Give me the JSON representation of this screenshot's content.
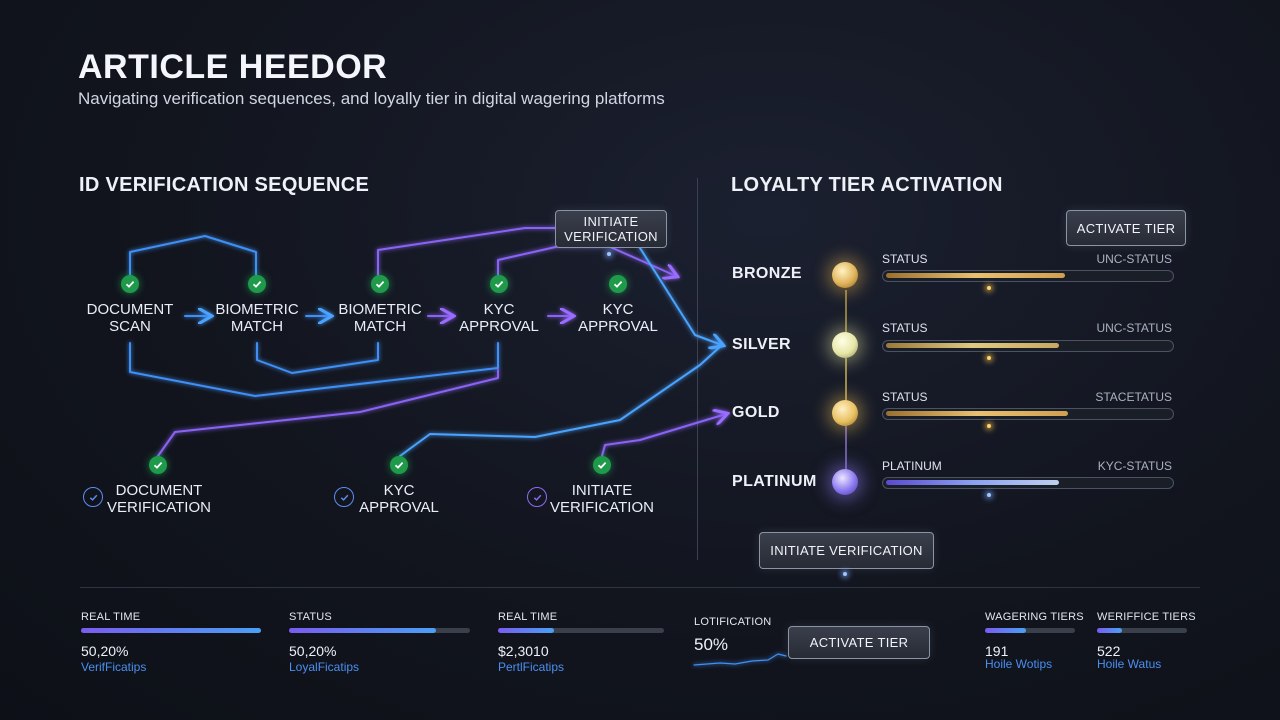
{
  "header": {
    "title": "ARTICLE HEEDOR",
    "subtitle": "Navigating verification sequences, and loyally tier in digital wagering platforms"
  },
  "verification": {
    "title": "ID VERIFICATION SEQUENCE",
    "initiate_button": [
      "INITIATE",
      "VERIFICATION"
    ],
    "top_nodes": [
      {
        "lines": [
          "DOCUMENT",
          "SCAN"
        ]
      },
      {
        "lines": [
          "BIOMETRIC",
          "MATCH"
        ]
      },
      {
        "lines": [
          "BIOMETRIC",
          "MATCH"
        ]
      },
      {
        "lines": [
          "KYC",
          "APPROVAL"
        ]
      },
      {
        "lines": [
          "KYC",
          "APPROVAL"
        ]
      }
    ],
    "bottom_nodes": [
      {
        "lines": [
          "DOCUMENT",
          "VERIFICATION"
        ]
      },
      {
        "lines": [
          "KYC",
          "APPROVAL"
        ]
      },
      {
        "lines": [
          "INITIATE",
          "VERIFICATION"
        ]
      }
    ]
  },
  "loyalty": {
    "title": "LOYALTY TIER ACTIVATION",
    "activate_button": "ACTIVATE TIER",
    "initiate_button": "INITIATE VERIFICATION",
    "tiers": [
      {
        "name": "BRONZE",
        "left": "STATUS",
        "right": "UNC-STATUS",
        "fill": 0.63
      },
      {
        "name": "SILVER",
        "left": "STATUS",
        "right": "UNC-STATUS",
        "fill": 0.61
      },
      {
        "name": "GOLD",
        "left": "STATUS",
        "right": "STACETATUS",
        "fill": 0.64
      },
      {
        "name": "PLATINUM",
        "left": "PLATINUM",
        "right": "KYC-STATUS",
        "fill": 0.61
      }
    ],
    "colors": {
      "bronze": "#e0b35a",
      "silver": "#e6e6a8",
      "gold": "#e8c060",
      "platinum": "#8a78f0"
    }
  },
  "stats": [
    {
      "label": "REAL TIME",
      "value": "50,20%",
      "sub": "VerifFicatips",
      "fill": 1.0
    },
    {
      "label": "STATUS",
      "value": "50,20%",
      "sub": "LoyalFicatips",
      "fill": 0.81
    },
    {
      "label": "REAL TIME",
      "value": "$2,3010",
      "sub": "PertlFicatips",
      "fill": 0.34
    },
    {
      "label": "LOTIFICATION",
      "value": "50%",
      "sub": ""
    },
    {
      "label": "WAGERING TIERS",
      "value": "191",
      "sub": "Hoile Wotips",
      "fill": 0.45
    },
    {
      "label": "WERIFFICE TIERS",
      "value": "522",
      "sub": "Hoile Watus",
      "fill": 0.28
    }
  ],
  "stats_button": "ACTIVATE TIER"
}
